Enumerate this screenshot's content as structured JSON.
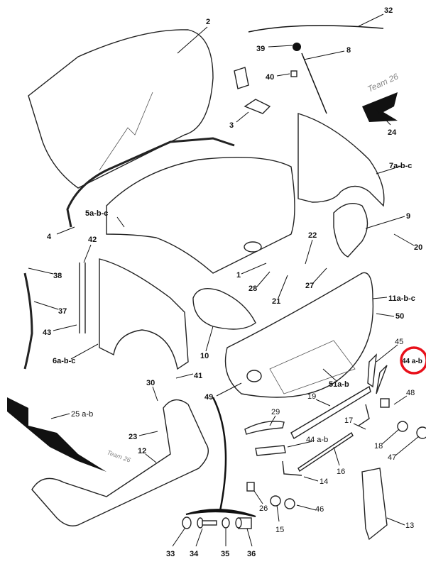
{
  "diagram": {
    "highlight_color": "#e8101a",
    "highlighted_label": "44 a-b",
    "decal_text": "Team 26",
    "labels": {
      "p2": "2",
      "p32": "32",
      "p39": "39",
      "p8": "8",
      "p40": "40",
      "p3": "3",
      "p24": "24",
      "p7": "7a-b-c",
      "p4": "4",
      "p5": "5a-b-c",
      "p9": "9",
      "p22": "22",
      "p20": "20",
      "p42": "42",
      "p38": "38",
      "p1": "1",
      "p28": "28",
      "p27": "27",
      "p21": "21",
      "p11": "11a-b-c",
      "p37": "37",
      "p50": "50",
      "p43": "43",
      "p10": "10",
      "p6": "6a-b-c",
      "p45": "45",
      "p44_circled": "44 a-b",
      "p30": "30",
      "p41": "41",
      "p51": "51a-b",
      "p49": "49",
      "p19": "19",
      "p48": "48",
      "p25": "25 a-b",
      "p29": "29",
      "p17": "17",
      "p23": "23",
      "p44": "44 a-b",
      "p12": "12",
      "p18": "18",
      "p47": "47",
      "p16": "16",
      "p14": "14",
      "p13": "13",
      "p26": "26",
      "p46": "46",
      "p15": "15",
      "p33": "33",
      "p34": "34",
      "p35": "35",
      "p36": "36"
    }
  }
}
